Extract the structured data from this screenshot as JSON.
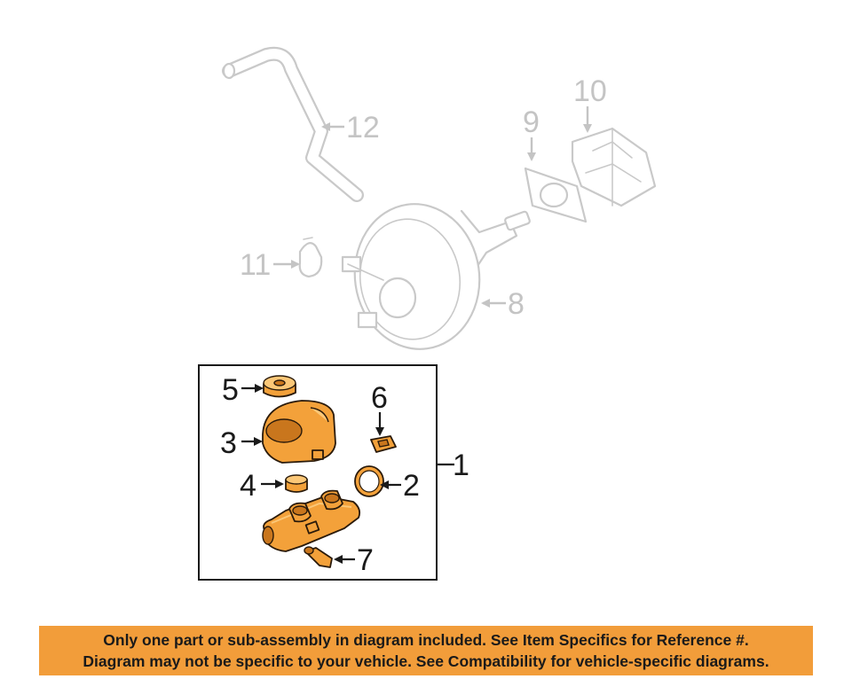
{
  "diagram": {
    "callouts": {
      "c1": "1",
      "c2": "2",
      "c3": "3",
      "c4": "4",
      "c5": "5",
      "c6": "6",
      "c7": "7",
      "c8": "8",
      "c9": "9",
      "c10": "10",
      "c11": "11",
      "c12": "12"
    },
    "colors": {
      "highlight_part": "#f3a13a",
      "ghost_part": "#c9c9c9",
      "banner": "#f29d3a"
    }
  },
  "banner": {
    "line1": "Only one part or sub-assembly in diagram included. See Item Specifics for Reference #.",
    "line2": "Diagram may not be specific to your vehicle. See Compatibility for vehicle-specific diagrams."
  }
}
